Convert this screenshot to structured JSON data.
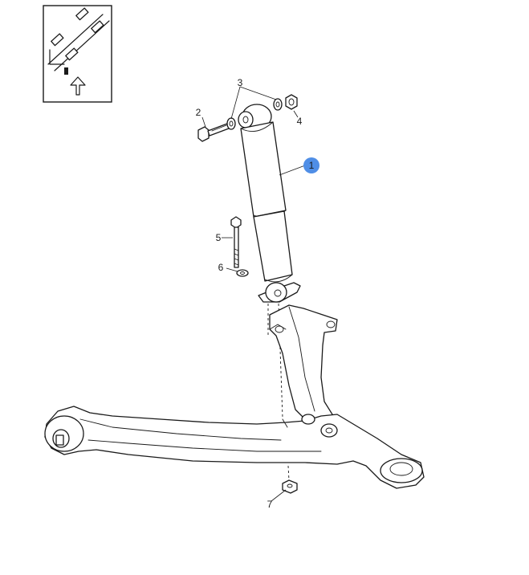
{
  "callouts": [
    {
      "id": "1",
      "label": "1",
      "highlighted": true
    },
    {
      "id": "2",
      "label": "2"
    },
    {
      "id": "3",
      "label": "3"
    },
    {
      "id": "4",
      "label": "4"
    },
    {
      "id": "5",
      "label": "5"
    },
    {
      "id": "6",
      "label": "6"
    },
    {
      "id": "7",
      "label": "7"
    }
  ],
  "colors": {
    "highlight": "#4f8ee6",
    "stroke": "#1a1a1a",
    "background": "#ffffff"
  },
  "icons": {
    "orientation_inset": "vehicle-orientation-icon",
    "forward_arrow": "arrow-up-icon"
  }
}
